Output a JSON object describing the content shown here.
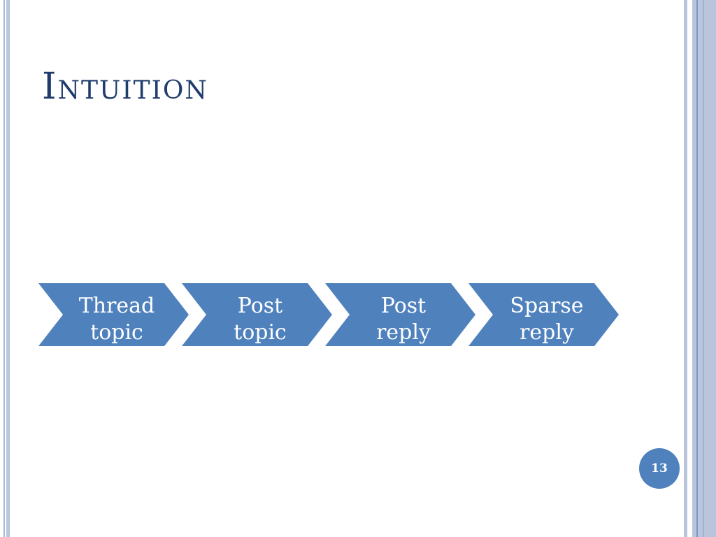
{
  "slide": {
    "title": "Intuition",
    "page_number": "13",
    "colors": {
      "accent": "#4f81bd",
      "title_text": "#1f3c6d",
      "chevron_text": "#ffffff",
      "edge_light": "#b8c5dc",
      "edge_medium": "#9fb1cd",
      "edge_dark": "#7e97bd",
      "edge_thin": "#a3b6d2",
      "background": "#ffffff"
    },
    "process_steps": [
      {
        "label": "Thread topic",
        "lines": [
          "Thread",
          "topic"
        ]
      },
      {
        "label": "Post topic",
        "lines": [
          "Post",
          "topic"
        ]
      },
      {
        "label": "Post reply",
        "lines": [
          "Post",
          "reply"
        ]
      },
      {
        "label": "Sparse reply",
        "lines": [
          "Sparse",
          "reply"
        ]
      }
    ]
  }
}
